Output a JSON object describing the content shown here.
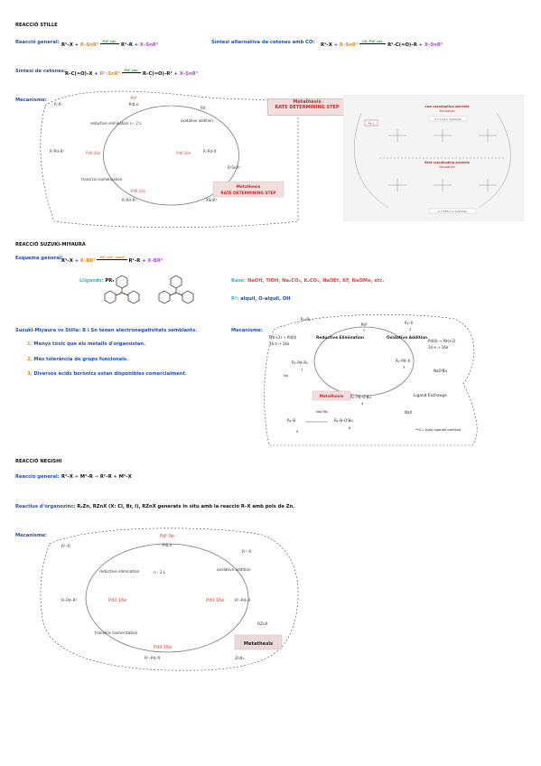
{
  "stille": {
    "title": "REACCIÓ STILLE",
    "general_label": "Reacció general:",
    "general_eq": [
      "R¹–X",
      "+",
      "R–SnR³",
      "Pd⁰ cat.",
      "R¹–R",
      "+",
      "X–SnR³"
    ],
    "carbonylative_label": "Síntesi alternativa de cetones amb CO:",
    "carbonylative_eq": [
      "R¹–X",
      "+",
      "R–SnR³",
      "CO, Pd⁰ cat.",
      "R¹–C(=O)–R",
      "+",
      "X–SnR³"
    ],
    "ketones_label": "Síntesi de cetones:",
    "ketones_eq": [
      "R–C(=O)–X",
      "+",
      "R¹–SnR³",
      "Pd⁰ cat.",
      "R–C(=O)–R¹",
      "+",
      "X–SnR³"
    ],
    "mechanism_label": "Mecanisme:",
    "cycle": {
      "top_species": "PdLn",
      "top_label": "Pd⁰",
      "reductive_elimination": "reductive elimination",
      "minus_2L": "n - 2 L",
      "oxidative_addition": "oxidative addition",
      "rx": "RX",
      "left_species": "R–Pd–R¹",
      "left_label": "PdII 16e",
      "right_species": "R–Pd–X",
      "right_label": "PdII 16e",
      "isomerization": "trans/cis isomerization",
      "bottom_label": "PdII 16e",
      "bottom_species": "R–Pd–R¹",
      "stannane_in": "R¹SnR³",
      "stannane_out": "XSnR³",
      "metathesis_label": "Metathesis",
      "rds_label": "RATE DETERMINING STEP",
      "r_r1": "R–R¹"
    },
    "side_box": {
      "title": "Metathesis",
      "subtitle": "RATE DETERMINING STEP"
    },
    "panel": {
      "low_title": "Low coordinating solvents",
      "low_sub": "Senolation",
      "high_title": "Best coordinating solvents",
      "high_sub": "Senolation",
      "note_top": "S = ≥ 16 e⁻ hydroxide",
      "note_bottom": "S = 18% in ≥ hydroxide",
      "pd_label": "Pd–L"
    }
  },
  "suzuki": {
    "title": "REACCIÓ SUZUKI-MIYAURA",
    "scheme_label": "Esquema general:",
    "scheme_eq": [
      "R¹–X",
      "+",
      "R–BR²",
      "Pd⁰ cat., base",
      "R¹–R",
      "+",
      "X–BR²"
    ],
    "ligands_label": "Lligands:",
    "ligands_val": "PR₃",
    "base_label": "Base:",
    "base_val": "NaOH, TlOH, Na₂CO₃, K₂CO₃, NaOEt, KF, NaOMe, etc.",
    "r_label": "R²:",
    "r_val": "alquil, O-alquil, OH",
    "compare_text": "Suzuki-Miyaura vs Stille: B i Sn tenen electronegativitats semblants.",
    "points": [
      "Menys tòxic que els metalls d'organostan.",
      "Més tolerància de grups funcionals.",
      "Diversos àcids borònics estan disponibles comercialment."
    ],
    "mechanism_label": "Mecanisme:",
    "cycle": {
      "top": "Pd⁰",
      "top_num": "1",
      "r1r2": "R₁–R₂",
      "re_label": "Reductive Elimination",
      "re_note1": "Pd(+2) → Pd(0)",
      "re_note2": "16 e → 14e",
      "oa_label": "Oxidative Addition",
      "oa_note1": "Pd(0) → Pd(+2)",
      "oa_note2": "14 e → 16e",
      "r1x": "R₁–X",
      "c2": "2",
      "sp3": "R₁–Pd–X",
      "sp3n": "3",
      "naotbu": "NaOᵗBu",
      "sp4": "R₁–Pd–OᵗBu",
      "sp4n": "4",
      "sp7": "R₁–Pd–R₂",
      "sp7n": "7",
      "ligand_exchange": "Ligand Exchange",
      "nax": "NaX",
      "metathesis": "Metathesis",
      "borate": "R₂–B–OᵗBu",
      "borate_n": "6",
      "borane": "R₂–B",
      "borane_n": "5",
      "nao2": "NaOᵗBu",
      "nao3": "Na",
      "footnote": "**2 L type ligands omitted"
    }
  },
  "negishi": {
    "title": "REACCIÓ NEGISHI",
    "general_label": "Reacció general:",
    "general_eq": [
      "R¹–X",
      "+",
      "M¹–R",
      "→",
      "R¹–R",
      "+",
      "M¹–X"
    ],
    "organozinc_label": "Reactius d'organozinc:",
    "organozinc_text": "R₂Zn, RZnX (X: Cl, Br, I), RZnX generats in situ amb la reacció R–X amb pols de Zn.",
    "mechanism_label": "Mecanisme:",
    "cycle": {
      "top_label": "Pd⁰ 0e",
      "top_species": "PdLn",
      "r_r1": "R¹–R",
      "reductive_elimination": "reductive elimination",
      "minus_2L": "n - 2 L",
      "oxidative_addition": "oxidative addition",
      "r_x": "R⁺–X",
      "left_label": "PdII 16e",
      "left_species": "R–Pd–R¹",
      "right_label": "PdII 16e",
      "right_species": "R¹–Pd–X",
      "isomerization": "trans/cis isomerization",
      "bottom_label": "PdII 16e",
      "bottom_species": "R¹–Pd–R",
      "rznx": "RZnX",
      "znx2": "ZnX₂",
      "metathesis": "Metathesis"
    }
  }
}
